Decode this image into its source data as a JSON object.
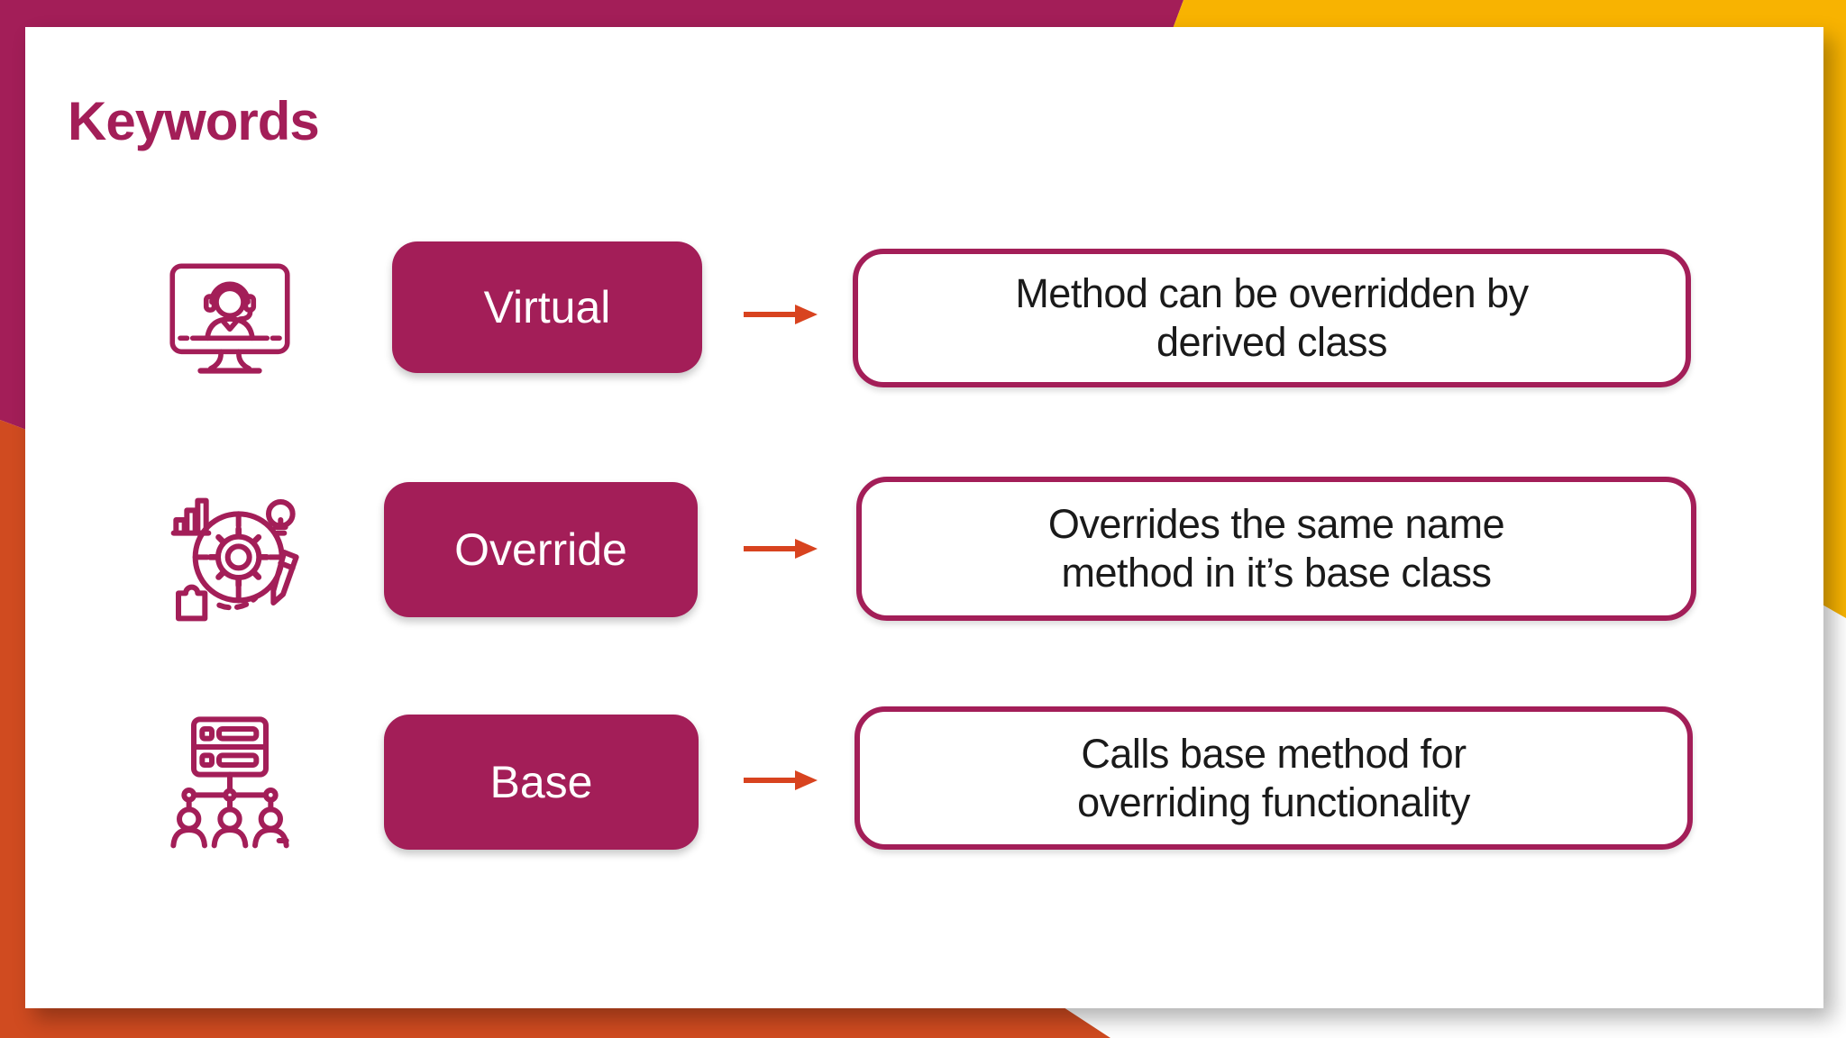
{
  "slide": {
    "title": "Keywords",
    "colors": {
      "magenta": "#A31E58",
      "yellow": "#F8B301",
      "orange": "#D04B20",
      "arrow_orange": "#D8431F",
      "description_text": "#1A1A1A",
      "card_background": "#FFFFFF"
    },
    "rows": [
      {
        "icon": "virtual-meeting-icon",
        "keyword": "Virtual",
        "description": "Method can be overridden by\nderived class"
      },
      {
        "icon": "process-planning-icon",
        "keyword": "Override",
        "description": "Overrides the same name\nmethod in it’s base class"
      },
      {
        "icon": "server-hierarchy-icon",
        "keyword": "Base",
        "description": "Calls base method for\noverriding functionality"
      }
    ]
  }
}
